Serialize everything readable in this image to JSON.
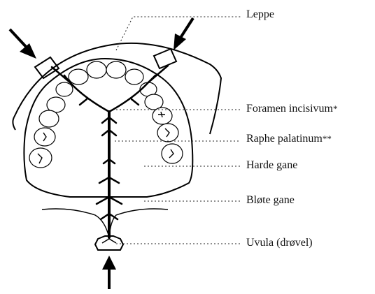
{
  "labels": {
    "leppe": "Leppe",
    "foramen": "Foramen incisivum",
    "foramen_mark": "*",
    "raphe": "Raphe palatinum",
    "raphe_mark": "**",
    "harde_gane": "Harde gane",
    "blote_gane": "Bløte gane",
    "uvula": "Uvula (drøvel)"
  },
  "colors": {
    "ink": "#000000",
    "background": "#ffffff"
  }
}
